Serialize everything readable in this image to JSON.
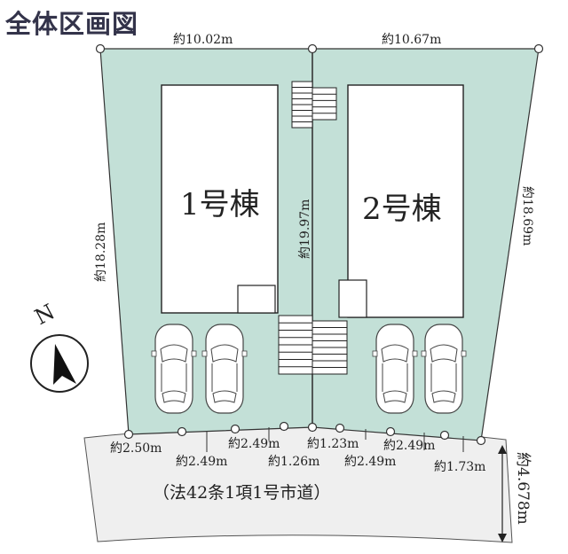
{
  "title": "全体区画図",
  "dimensions": {
    "top_left": "約10.02m",
    "top_right": "約10.67m",
    "left": "約18.28m",
    "center": "約19.97m",
    "right": "約18.69m",
    "front_1": "約2.50m",
    "front_2": "約2.49m",
    "front_3": "約2.49m",
    "front_4": "約1.26m",
    "front_5": "約1.23m",
    "front_6": "約2.49m",
    "front_7": "約2.49m",
    "front_8": "約1.73m",
    "road_width": "約4.678m"
  },
  "buildings": {
    "b1": "1号棟",
    "b2": "2号棟"
  },
  "road_label": "（法42条1項1号市道）",
  "compass_label": "N",
  "colors": {
    "lot_fill": "#c3e0d7",
    "road_fill": "#efefef",
    "line": "#333333"
  }
}
